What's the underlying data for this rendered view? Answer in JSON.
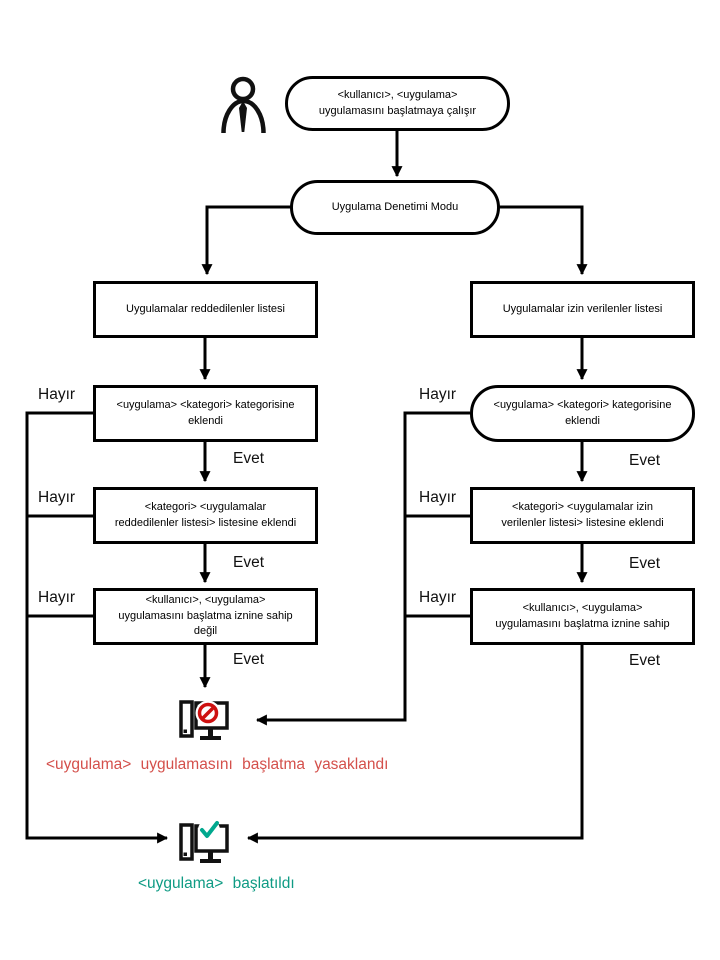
{
  "diagram": {
    "edge_labels": {
      "yes": "Evet",
      "no": "Hayır"
    },
    "nodes": {
      "start": "<kullanıcı>, <uygulama> uygulamasını başlatmaya çalışır",
      "mode": "Uygulama Denetimi Modu",
      "deny_list": "Uygulamalar reddedilenler listesi",
      "allow_list": "Uygulamalar izin verilenler listesi",
      "deny_category": "<uygulama> <kategori> kategorisine eklendi",
      "allow_category": "<uygulama> <kategori> kategorisine eklendi",
      "deny_added": "<kategori> <uygulamalar reddedilenler listesi> listesine eklendi",
      "allow_added": "<kategori> <uygulamalar izin verilenler listesi> listesine eklendi",
      "deny_permission": "<kullanıcı>, <uygulama> uygulamasını başlatma iznine sahip değil",
      "allow_permission": "<kullanıcı>, <uygulama> uygulamasını başlatma iznine sahip"
    },
    "outcomes": {
      "blocked": "<uygulama>  uygulamasını  başlatma yasaklandı",
      "started": "<uygulama>  başlatıldı"
    },
    "colors": {
      "blocked_text": "#D4504B",
      "started_text": "#0F9B84",
      "prohibition_red": "#CE1111",
      "check_green": "#00A88E",
      "line_black": "#000000"
    },
    "icons": {
      "actor": "user-icon",
      "blocked": "computer-blocked-icon",
      "started": "computer-started-icon"
    }
  }
}
